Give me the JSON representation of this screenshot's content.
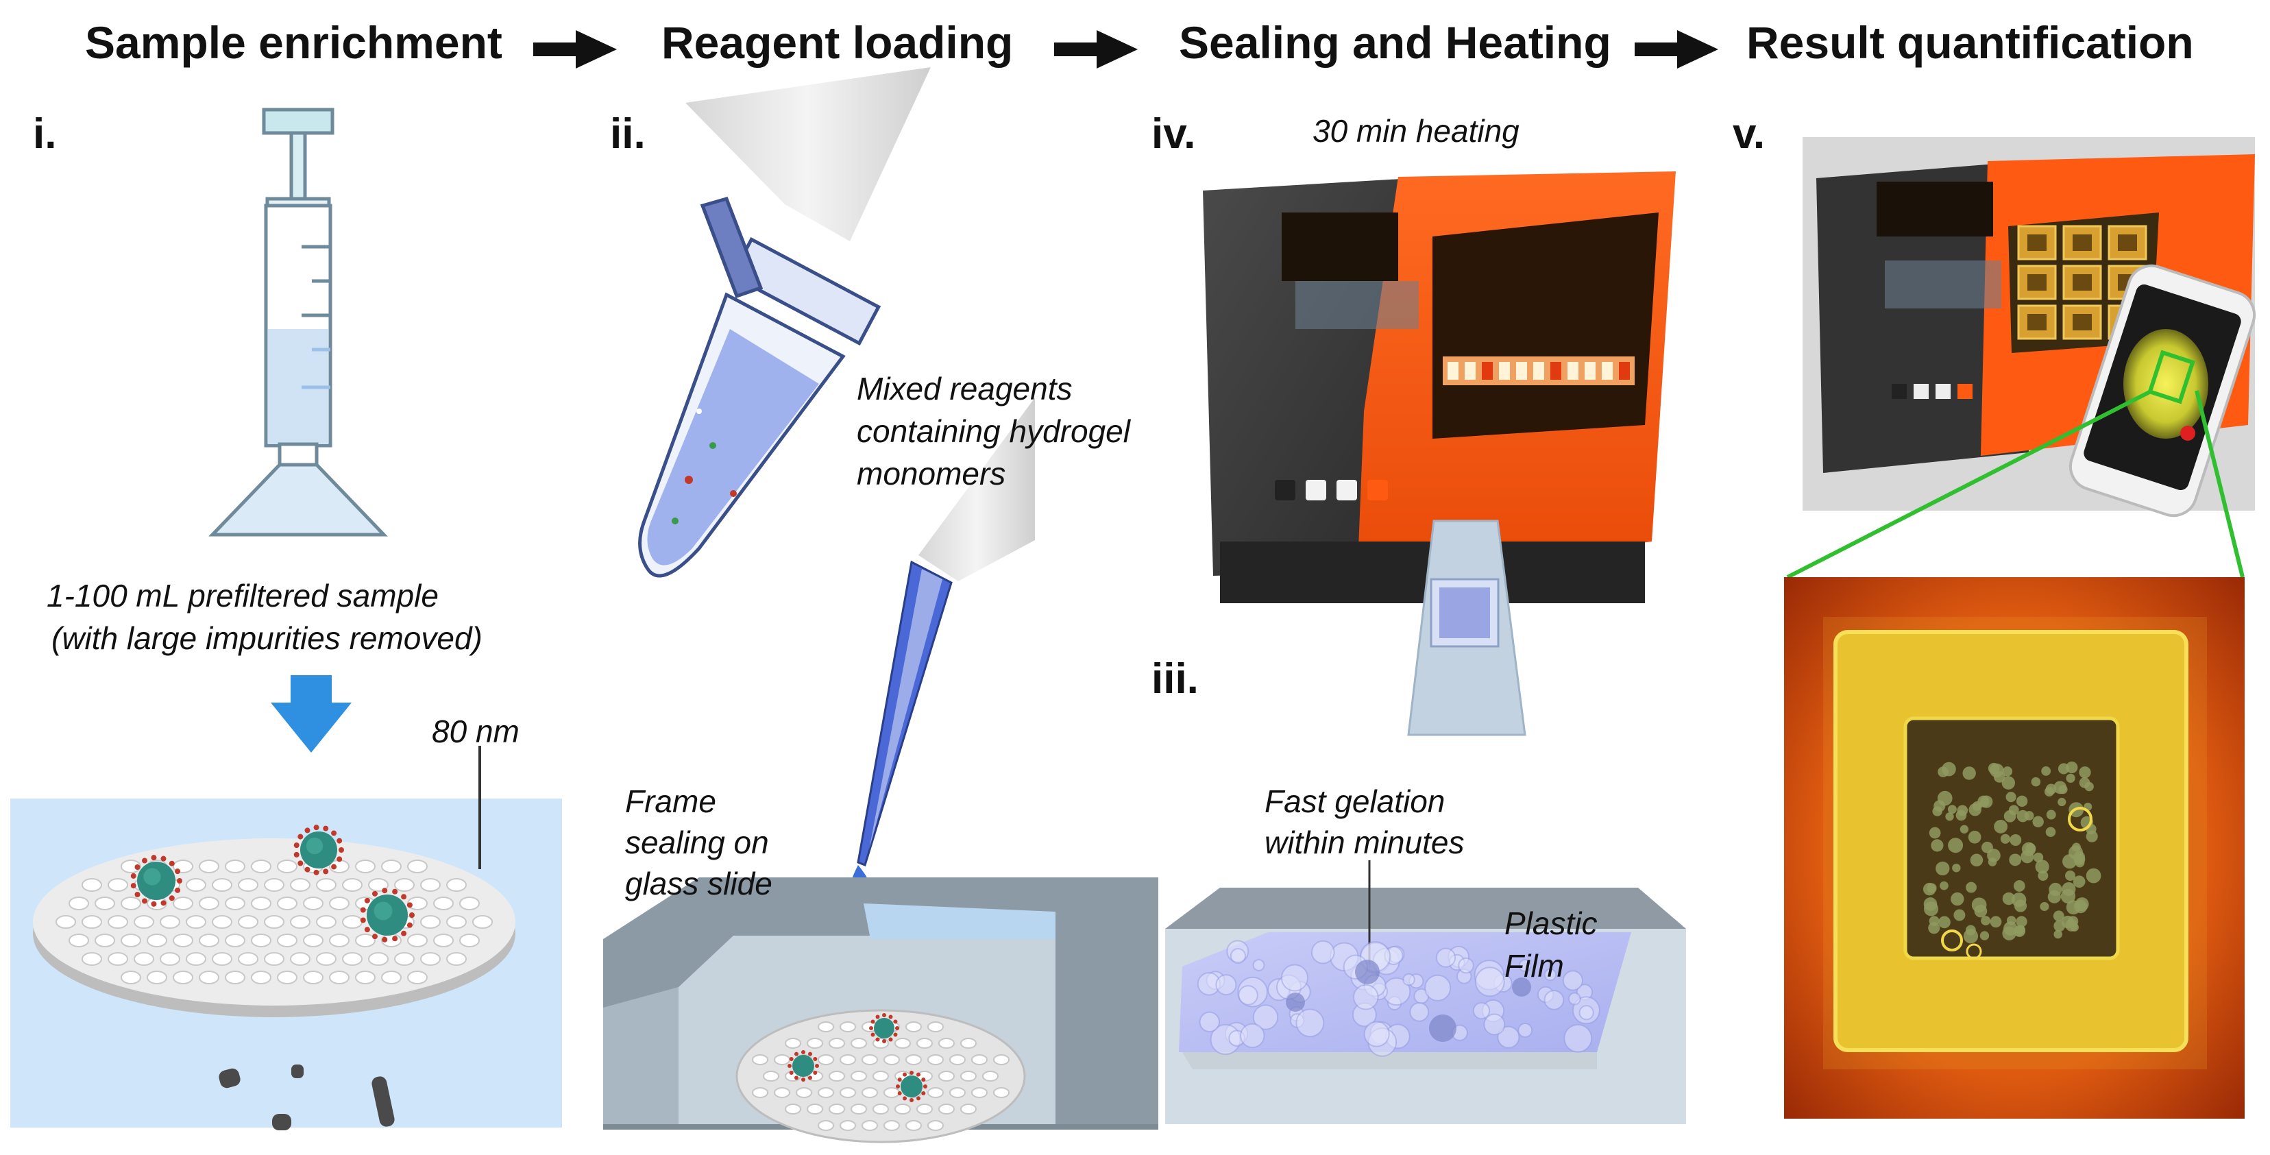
{
  "stages": [
    {
      "title": "Sample enrichment"
    },
    {
      "title": "Reagent loading"
    },
    {
      "title": "Sealing and Heating"
    },
    {
      "title": "Result quantification"
    }
  ],
  "panels": {
    "i": {
      "numeral": "i.",
      "caption_line1": "1-100 mL prefiltered sample",
      "caption_line2": "(with large impurities removed)",
      "pore_label": "80 nm"
    },
    "ii": {
      "numeral": "ii.",
      "reagent_line1": "Mixed reagents",
      "reagent_line2": "containing hydrogel",
      "reagent_line3": "monomers",
      "frame_line1": "Frame",
      "frame_line2": "sealing on",
      "frame_line3": "glass slide"
    },
    "iii": {
      "numeral": "iii.",
      "gel_line1": "Fast gelation",
      "gel_line2": "within minutes",
      "film_line1": "Plastic",
      "film_line2": "Film"
    },
    "iv": {
      "numeral": "iv.",
      "heat_label": "30 min heating"
    },
    "v": {
      "numeral": "v."
    }
  },
  "colors": {
    "arrow_black": "#111111",
    "flow_arrow_blue": "#2f8fe0",
    "water_light_blue": "#cfe6fa",
    "membrane_gray": "#e6e6e6",
    "virus_teal": "#2f8c80",
    "virus_spike_red": "#c0392b",
    "device_orange": "#ff5a12",
    "device_black": "#3a3a3a",
    "fluorescence_yellow": "#f3d23a",
    "fluorescence_orange": "#e8580f",
    "phone_green": "#2fbf2f"
  }
}
